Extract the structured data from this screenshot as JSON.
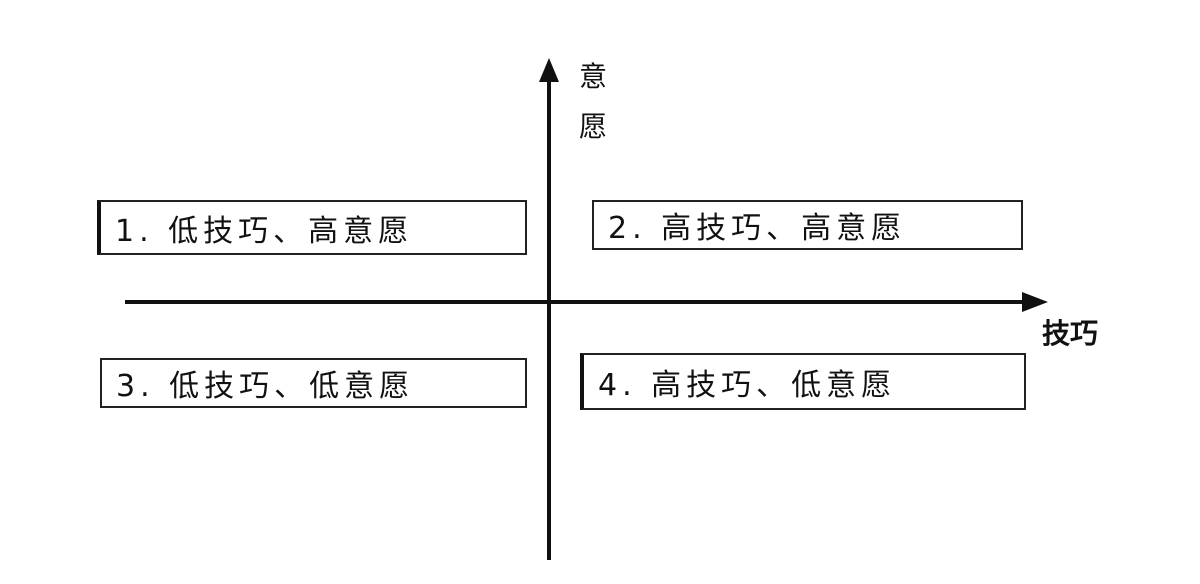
{
  "axes": {
    "y_label_chars": [
      "意",
      "愿"
    ],
    "x_label": "技巧"
  },
  "quadrants": [
    {
      "label": "1.  低技巧、高意愿"
    },
    {
      "label": "2.  高技巧、高意愿"
    },
    {
      "label": "3.  低技巧、低意愿"
    },
    {
      "label": "4.  高技巧、低意愿"
    }
  ]
}
